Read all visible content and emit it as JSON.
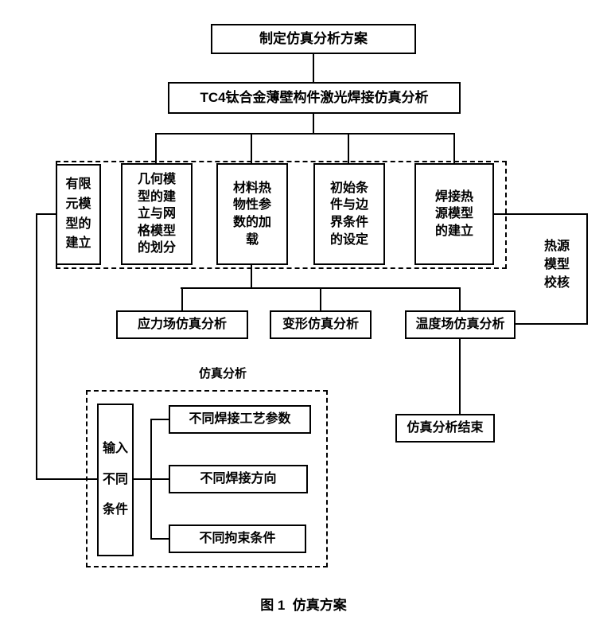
{
  "figure": {
    "caption": "图 1  仿真方案"
  },
  "nodes": {
    "plan": "制定仿真分析方案",
    "tc4": "TC4钛合金薄壁构件激光焊接仿真分析",
    "fem": "有限\n元模\n型的\n建立",
    "geometry": "几何模\n型的建\n立与网\n格模型\n的划分",
    "material": "材料热\n物性参\n数的加\n载",
    "initial": "初始条\n件与边\n界条件\n的设定",
    "heat_source": "焊接热\n源模型\n的建立",
    "heat_check": "热源\n模型\n校核",
    "stress": "应力场仿真分析",
    "deformation": "变形仿真分析",
    "temperature": "温度场仿真分析",
    "end": "仿真分析结束",
    "sim_label": "仿真分析",
    "input": "输入\n不同\n条件",
    "cond_params": "不同焊接工艺参数",
    "cond_direction": "不同焊接方向",
    "cond_constraint": "不同拘束条件"
  }
}
